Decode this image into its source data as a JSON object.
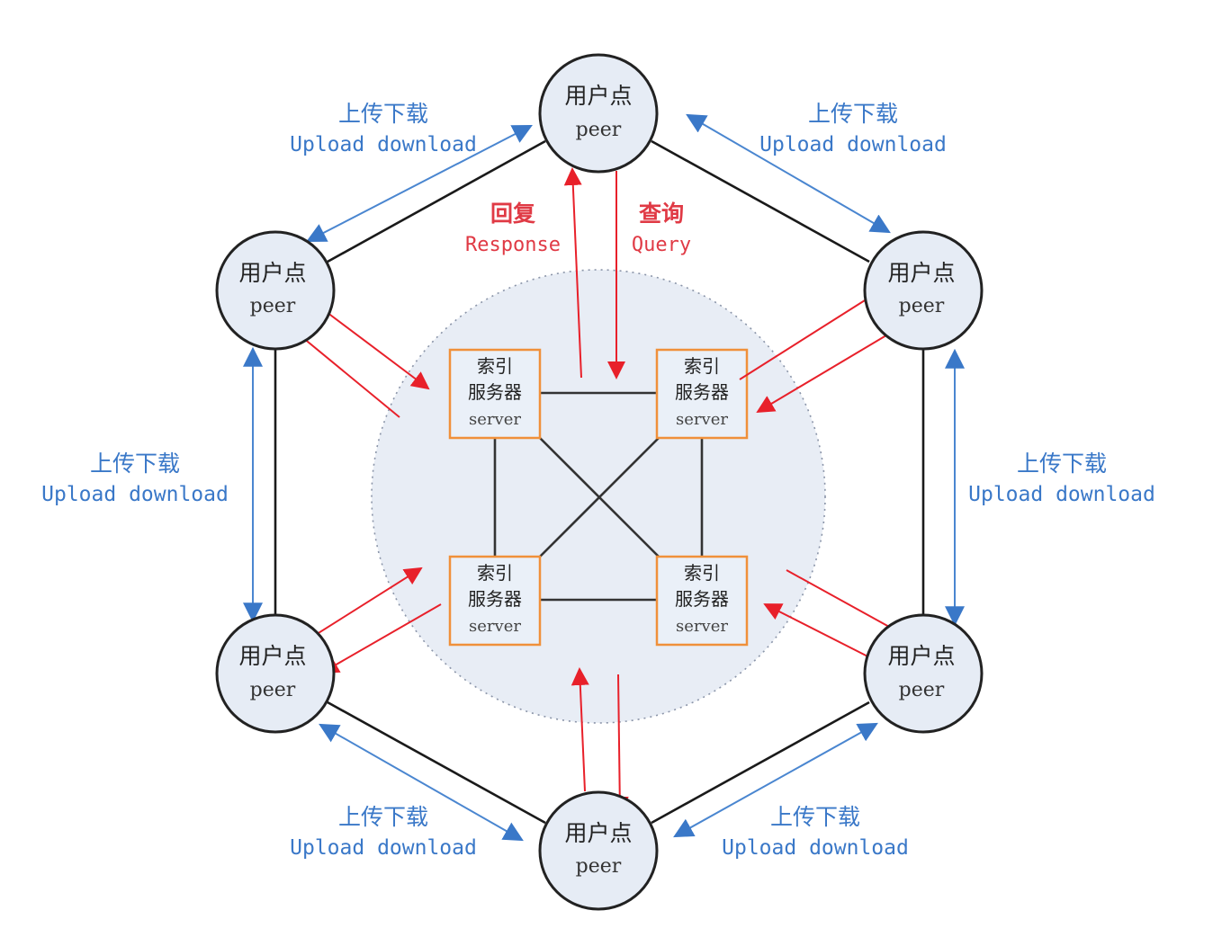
{
  "peer": {
    "label_zh": "用户点",
    "label_en": "peer"
  },
  "server": {
    "line1": "索引",
    "line2": "服务器",
    "line3": "server"
  },
  "transfer": {
    "label_zh": "上传下载",
    "label_en": "Upload download"
  },
  "response": {
    "label_zh": "回复",
    "label_en": "Response"
  },
  "query": {
    "label_zh": "查询",
    "label_en": "Query"
  },
  "colors": {
    "peer_fill": "#e6ecf5",
    "server_border": "#f0903a",
    "transfer_arrow": "#4a86d0",
    "query_arrow": "#e8202a",
    "text_blue": "#3a78c8",
    "text_red": "#e03a45"
  }
}
